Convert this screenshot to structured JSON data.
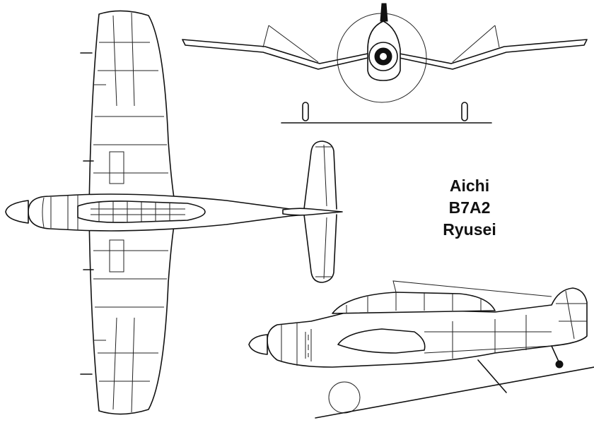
{
  "title": {
    "line1": "Aichi",
    "line2": "B7A2",
    "line3": "Ryusei"
  },
  "colors": {
    "ink": "#111111",
    "paper": "#ffffff"
  }
}
